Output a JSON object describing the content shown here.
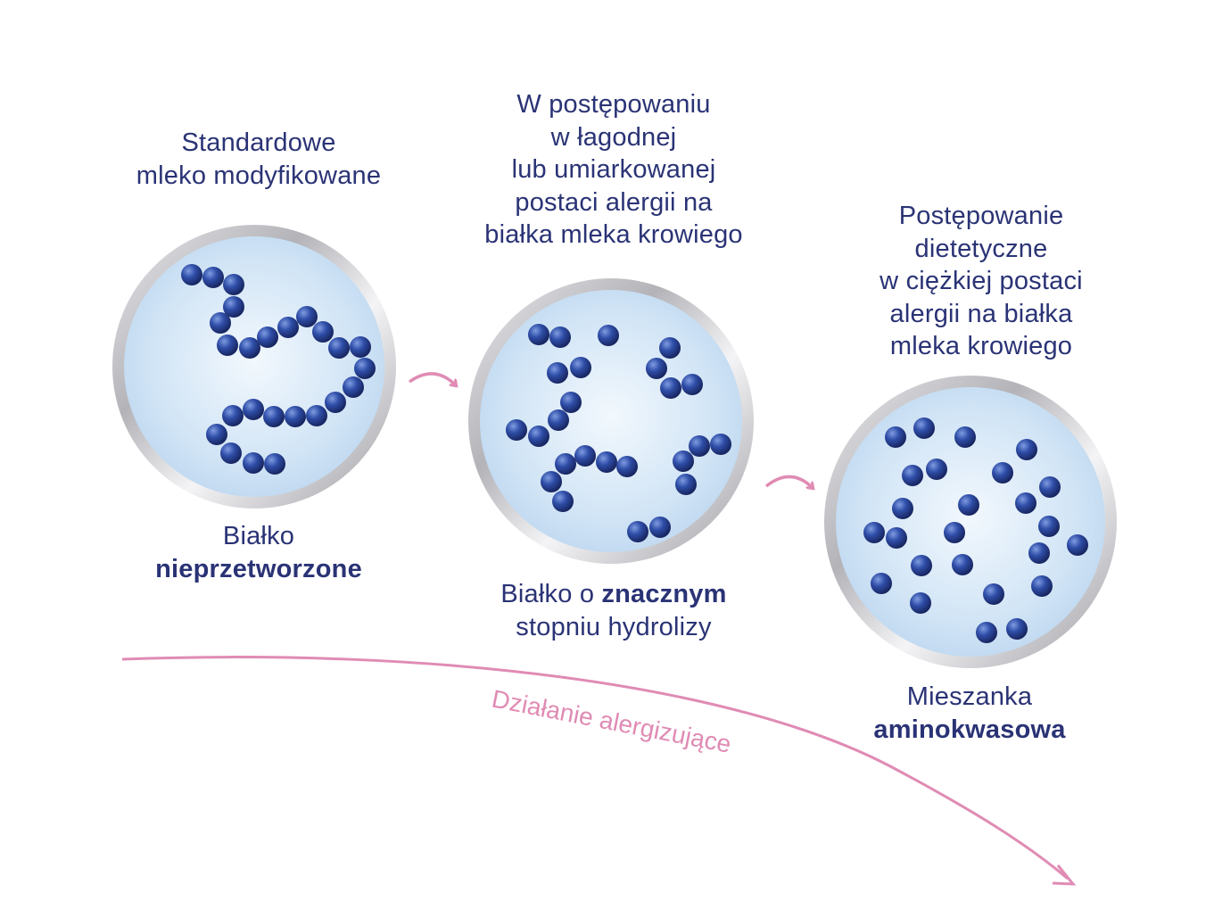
{
  "colors": {
    "text": "#2a3375",
    "accent_pink": "#e08bb4",
    "bead": "#2e4aa6",
    "circle_fill": "#cfe3f6",
    "circle_ring": "#b8b8bd"
  },
  "captions": {
    "standard": [
      "Standardowe",
      "mleko modyfikowane"
    ],
    "mild": [
      "W postępowaniu",
      "w łagodnej",
      "lub umiarkowanej",
      "postaci alergii na",
      "białka mleka krowiego"
    ],
    "severe": [
      "Postępowanie",
      "dietetyczne",
      "w ciężkiej postaci",
      "alergii na białka",
      "mleka krowiego"
    ]
  },
  "labels": {
    "intact": {
      "line1": "Białko",
      "line2_bold": "nieprzetworzone"
    },
    "hydrolysed": {
      "line1_prefix": "Białko o ",
      "line1_bold": "znacznym",
      "line2": "stopniu hydrolizy"
    },
    "amino": {
      "line1": "Mieszanka",
      "line2_bold": "aminokwasowa"
    }
  },
  "allergen_axis": {
    "label": "Działanie alergizujące"
  }
}
